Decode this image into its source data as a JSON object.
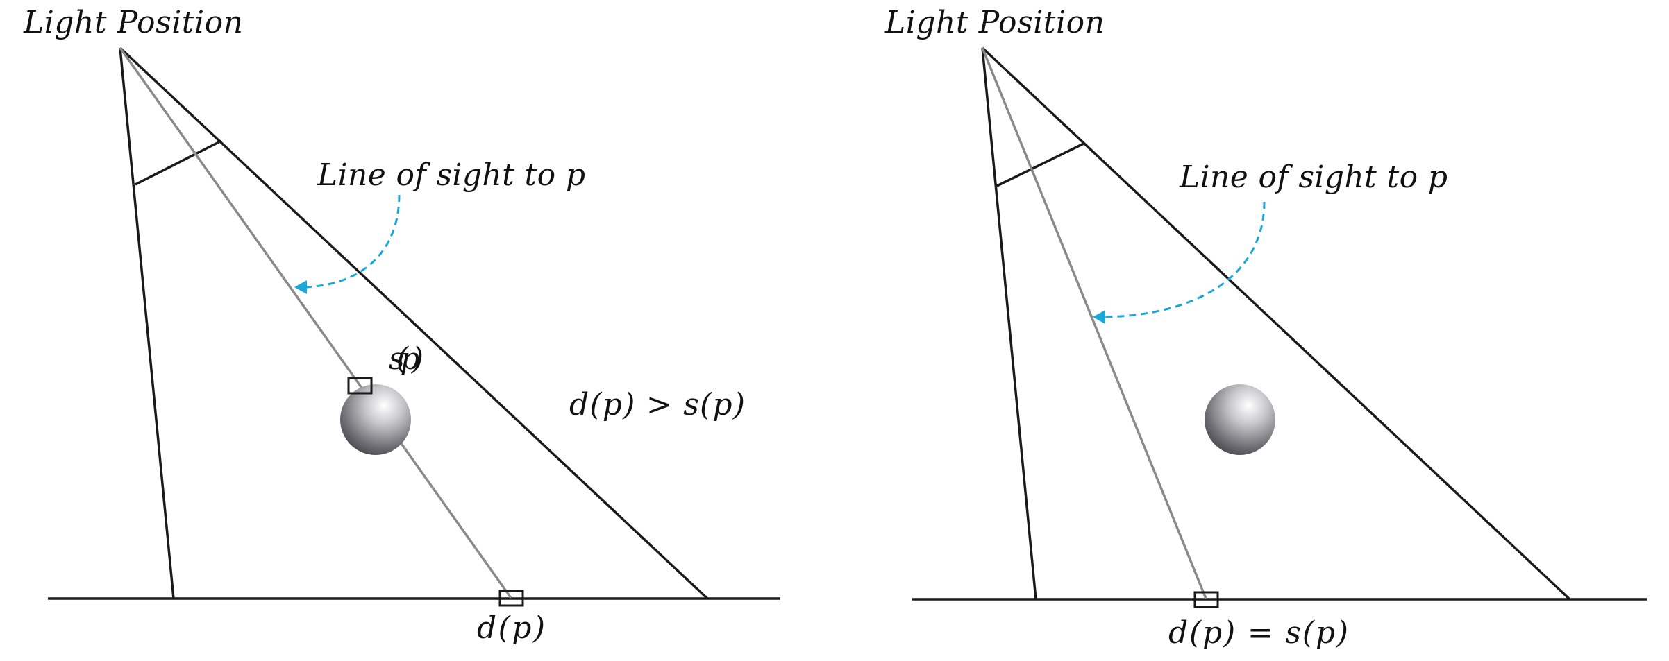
{
  "colors": {
    "line": "#1a1a1a",
    "sight_line": "#8a8a8a",
    "annotation_arrow": "#1aa8d6"
  },
  "left_panel": {
    "light_label": "Light Position",
    "sight_label": "Line of sight to p",
    "shadow_sample_label": "s(p)",
    "comparison_label": "d(p) > s(p)",
    "depth_label": "d(p)"
  },
  "right_panel": {
    "light_label": "Light Position",
    "sight_label": "Line of sight to p",
    "comparison_label": "d(p) = s(p)"
  }
}
